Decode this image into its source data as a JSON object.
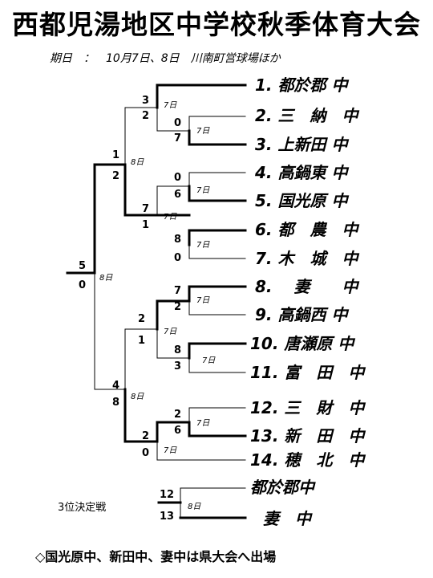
{
  "title": "西都児湯地区中学校秋季体育大会",
  "subtitle": "期日　：　10月7日、8日　川南町営球場ほか",
  "teams": [
    "1. 都於郡 中",
    "2. 三　納　中",
    "3. 上新田 中",
    "4. 高鍋東 中",
    "5. 国光原 中",
    "6. 都　農　中",
    "7. 木　城　中",
    "8.　 妻　　中",
    "9. 高鍋西 中",
    "10. 唐瀬原 中",
    "11. 富　田　中",
    "12. 三　財　中",
    "13. 新　田　中",
    "14. 穂　北　中"
  ],
  "round1": [
    {
      "top": "0",
      "bottom": "7",
      "date": "7日"
    },
    {
      "top": "0",
      "bottom": "6",
      "date": "7日"
    },
    {
      "top": "8",
      "bottom": "0",
      "date": "7日"
    },
    {
      "top": "7",
      "bottom": "2",
      "date": "7日"
    },
    {
      "top": "8",
      "bottom": "3",
      "date": "7日"
    },
    {
      "top": "2",
      "bottom": "6",
      "date": "7日"
    }
  ],
  "round2": [
    {
      "top": "3",
      "bottom": "2",
      "date": "7日"
    },
    {
      "top": "7",
      "bottom": "1",
      "date": "7日"
    },
    {
      "top": "2",
      "bottom": "1",
      "date": "7日"
    },
    {
      "top": "2",
      "bottom": "0",
      "date": "7日"
    }
  ],
  "semis": [
    {
      "top": "1",
      "bottom": "2",
      "date": "8日"
    },
    {
      "top": "4",
      "bottom": "8",
      "date": "8日"
    }
  ],
  "final": {
    "top": "5",
    "bottom": "0",
    "date": "8日"
  },
  "third_place": {
    "label": "3位決定戦",
    "top_team": "都於郡中",
    "bottom_team": "妻　中",
    "top_score": "12",
    "bottom_score": "13",
    "date": "8日"
  },
  "note": "◇国光原中、新田中、妻中は県大会へ出場"
}
